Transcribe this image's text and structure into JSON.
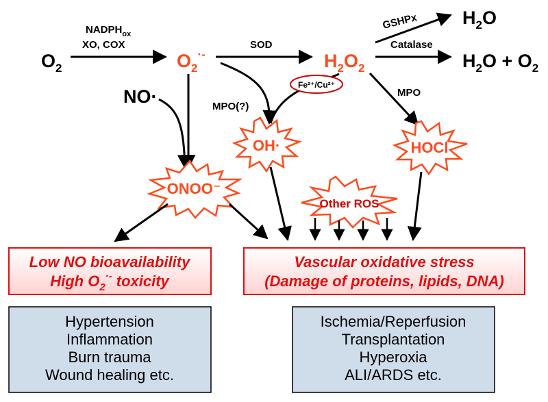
{
  "enzymes": {
    "nadph_main": "NADPH",
    "nadph_sub": "ox",
    "xo_cox": "XO, COX",
    "sod": "SOD",
    "gshpx": "GSHPx",
    "catalase": "Catalase",
    "mpo_q": "MPO(?)",
    "mpo": "MPO",
    "metals": "Fe²⁺/Cu²⁺"
  },
  "molecules": {
    "o2_main": "O",
    "o2_sub": "2",
    "superoxide_main": "O",
    "superoxide_sub": "2",
    "superoxide_sup": "·-",
    "h2o2_h": "H",
    "h2o2_sub1": "2",
    "h2o2_o": "O",
    "h2o2_sub2": "2",
    "water_top_h": "H",
    "water_top_sub": "2",
    "water_top_o": "O",
    "water_o2_h": "H",
    "water_o2_sub": "2",
    "water_o2_rest": "O + O",
    "water_o2_sub2": "2",
    "no": "NO·"
  },
  "bursts": {
    "oh": "OH·",
    "hocl": "HOCl",
    "onoo": "ONOO⁻",
    "other_ros": "Other ROS"
  },
  "red_boxes": {
    "left_line1": "Low NO bioavailability",
    "left_line2_a": "High O",
    "left_line2_sub": "2",
    "left_line2_sup": "·-",
    "left_line2_b": " toxicity",
    "right_line1": "Vascular oxidative stress",
    "right_line2": "(Damage of proteins, lipids, DNA)"
  },
  "left_conditions": [
    "Hypertension",
    "Inflammation",
    "Burn trauma",
    "Wound healing etc."
  ],
  "right_conditions": [
    "Ischemia/Reperfusion",
    "Transplantation",
    "Hyperoxia",
    "ALI/ARDS etc."
  ],
  "colors": {
    "accent_red": "#ff4a1c",
    "box_red": "#e01010",
    "box_blue": "#cfdcea"
  }
}
